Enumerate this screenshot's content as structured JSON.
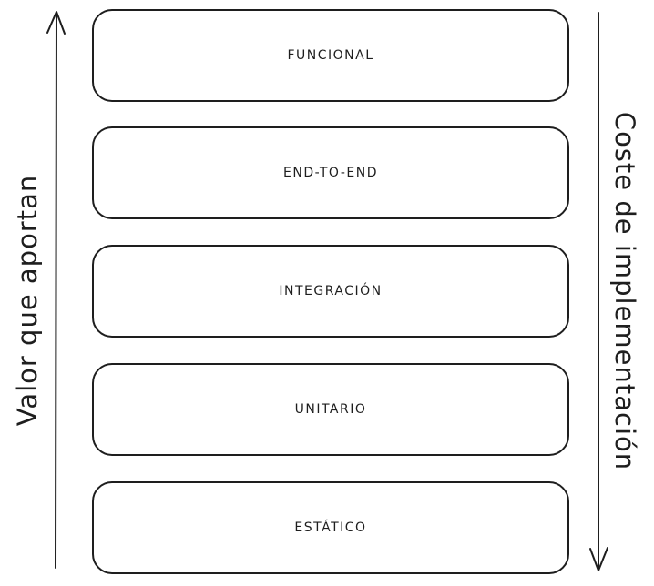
{
  "diagram": {
    "levels": [
      {
        "label": "FUNCIONAL"
      },
      {
        "label": "END-TO-END"
      },
      {
        "label": "INTEGRACIÓN"
      },
      {
        "label": "UNITARIO"
      },
      {
        "label": "ESTÁTICO"
      }
    ],
    "left_axis": {
      "label": "Valor que aportan",
      "direction": "up"
    },
    "right_axis": {
      "label": "Coste de implementación",
      "direction": "down"
    },
    "colors": {
      "stroke": "#1e1e1e",
      "background": "#ffffff"
    }
  }
}
